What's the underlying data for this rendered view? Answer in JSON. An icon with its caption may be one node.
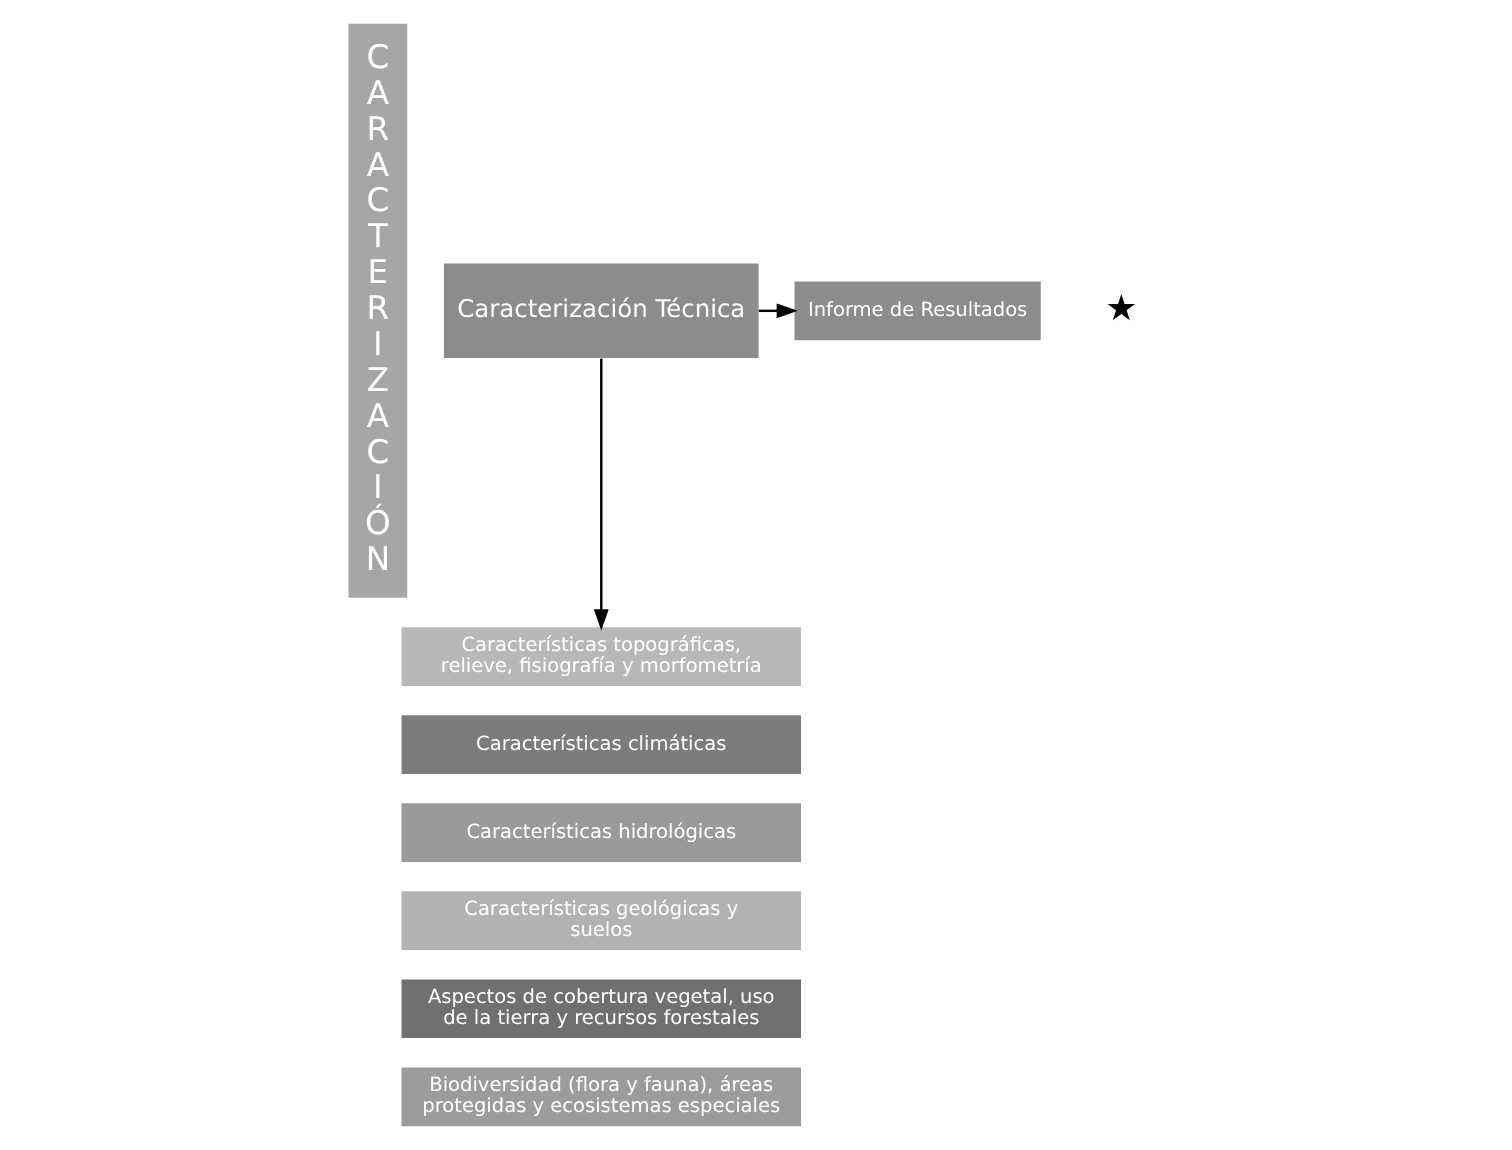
{
  "diagram": {
    "nodes": [
      {
        "text": [
          "CARACTERIZACIÓN"
        ]
      },
      {
        "text": [
          "Caracterización Técnica"
        ]
      },
      {
        "text": [
          "Informe de Resultados"
        ]
      },
      {
        "text": [
          "Características topográficas, relieve, fisiografía y morfometría"
        ]
      },
      {
        "text": [
          "Características climáticas"
        ]
      },
      {
        "text": [
          "Características hidrológicas"
        ]
      },
      {
        "text": [
          "Características geológicas y suelos"
        ]
      },
      {
        "text": [
          "Aspectos de cobertura vegetal, uso de la tierra y recursos forestales"
        ]
      },
      {
        "text": [
          "Biodiversidad (flora y fauna), áreas protegidas y ecosistemas especiales"
        ]
      }
    ],
    "edges": [
      {
        "from": 1,
        "to": 2,
        "arrow": "to"
      },
      {
        "from": 1,
        "to": 3,
        "arrow": "to"
      }
    ],
    "labels": [
      "★"
    ]
  }
}
